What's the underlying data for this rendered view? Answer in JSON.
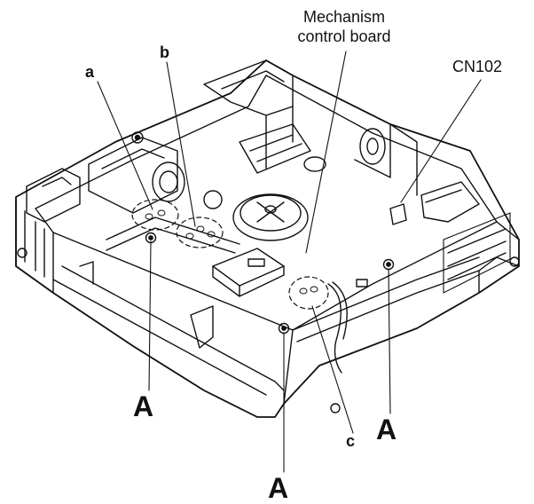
{
  "labels": {
    "mechanism_line1": "Mechanism",
    "mechanism_line2": "control board",
    "cn102": "CN102",
    "a": "a",
    "b": "b",
    "c": "c",
    "A1": "A",
    "A2": "A",
    "A3": "A"
  },
  "colors": {
    "stroke": "#111111",
    "background": "#ffffff"
  }
}
